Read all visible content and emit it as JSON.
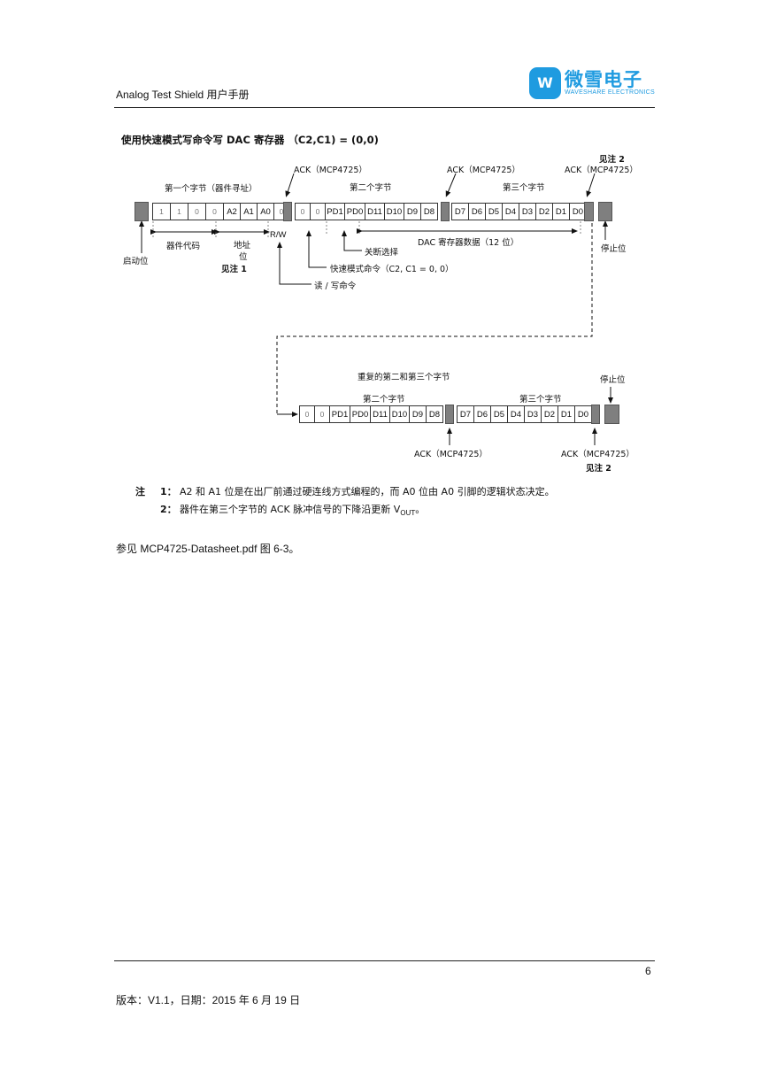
{
  "header": {
    "doc_title": "Analog Test Shield 用户手册",
    "logo": {
      "mark": "W",
      "cn": "微雪电子",
      "en": "WAVESHARE ELECTRONICS"
    }
  },
  "figure": {
    "title": "使用快速模式写命令写 DAC 寄存器 （C2,C1) = (0,0)",
    "top": {
      "byte1_label": "第一个字节（器件寻址）",
      "byte2_label": "第二个字节",
      "byte3_label": "第三个字节",
      "ack1": "ACK（MCP4725）",
      "ack2": "ACK（MCP4725）",
      "ack3": "ACK（MCP4725）",
      "note2_ref": "见注 2",
      "byte1_cells": [
        "1",
        "1",
        "0",
        "0",
        "A2",
        "A1",
        "A0",
        "0"
      ],
      "byte2_cells": [
        "0",
        "0",
        "PD1",
        "PD0",
        "D11",
        "D10",
        "D9",
        "D8"
      ],
      "byte3_cells": [
        "D7",
        "D6",
        "D5",
        "D4",
        "D3",
        "D2",
        "D1",
        "D0"
      ],
      "start_bit": "启动位",
      "device_code": "器件代码",
      "address_bit_l1": "地址",
      "address_bit_l2": "位",
      "note1_ref": "见注 1",
      "rw": "R/W",
      "power_down_select": "关断选择",
      "dac_register_data": "DAC 寄存器数据（12 位）",
      "fast_mode_cmd": "快速模式命令（C2, C1 = 0, 0）",
      "read_write_cmd": "读 / 写命令",
      "stop_bit": "停止位"
    },
    "bottom": {
      "repeat_label": "重复的第二和第三个字节",
      "byte2_label": "第二个字节",
      "byte3_label": "第三个字节",
      "stop_bit": "停止位",
      "byte2_cells": [
        "0",
        "0",
        "PD1",
        "PD0",
        "D11",
        "D10",
        "D9",
        "D8"
      ],
      "byte3_cells": [
        "D7",
        "D6",
        "D5",
        "D4",
        "D3",
        "D2",
        "D1",
        "D0"
      ],
      "ack1": "ACK（MCP4725）",
      "ack2": "ACK（MCP4725）",
      "note2_ref": "见注 2"
    }
  },
  "notes": {
    "label": "注",
    "n1_num": "1：",
    "n1_text": "A2 和 A1 位是在出厂前通过硬连线方式编程的，而 A0 位由 A0 引脚的逻辑状态决定。",
    "n2_num": "2：",
    "n2_text": "器件在第三个字节的 ACK 脉冲信号的下降沿更新 V",
    "n2_sub": "OUT",
    "n2_end": "。"
  },
  "reference": "参见 MCP4725-Datasheet.pdf 图 6-3。",
  "footer": {
    "page_number": "6",
    "version": "版本：V1.1，日期：2015 年 6 月 19 日"
  }
}
